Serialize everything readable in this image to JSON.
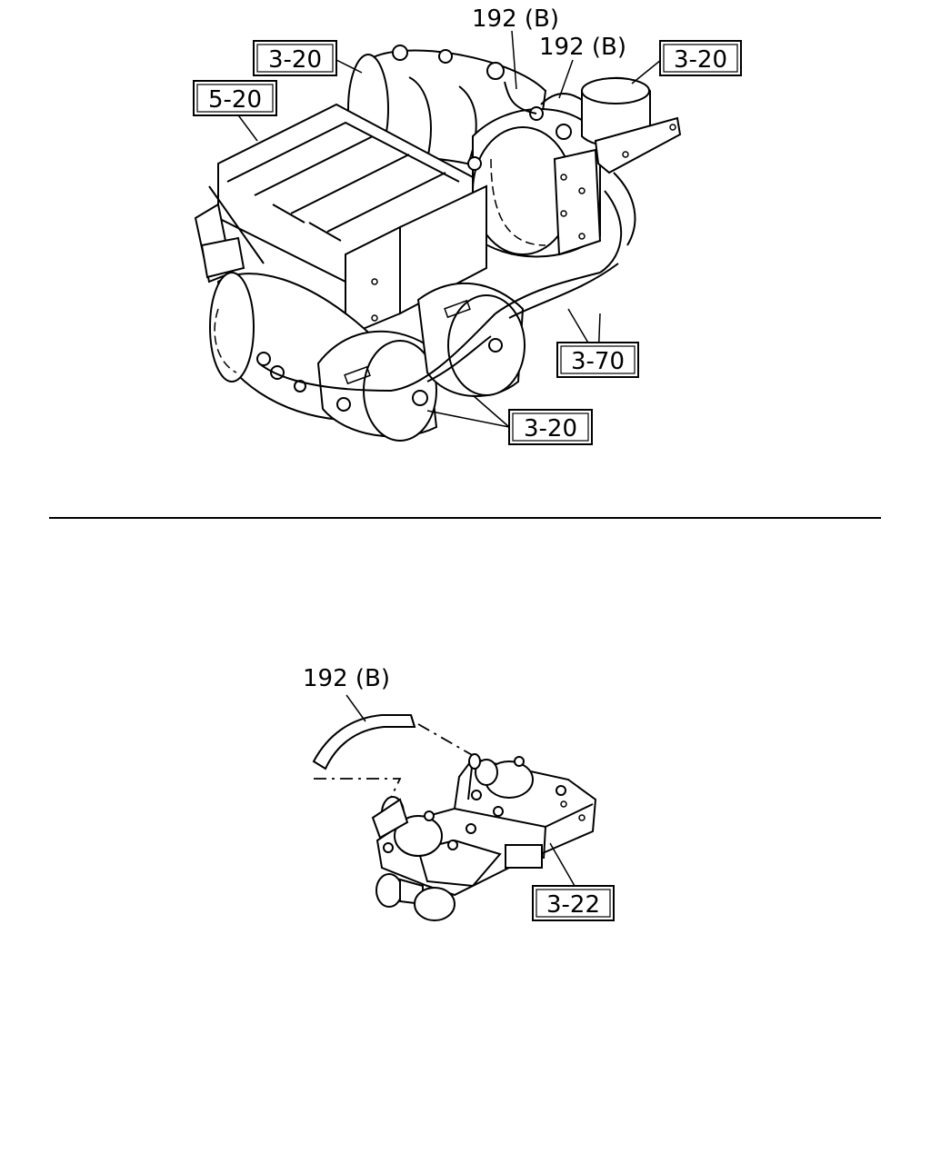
{
  "upper_view": {
    "callouts": {
      "top_left_ref": "3-20",
      "left_ref": "5-20",
      "top_part_a": "192 (B)",
      "top_part_b": "192 (B)",
      "top_right_ref": "3-20",
      "right_ref": "3-70",
      "bottom_ref": "3-20"
    }
  },
  "lower_view": {
    "callouts": {
      "part": "192 (B)",
      "ref": "3-22"
    }
  }
}
